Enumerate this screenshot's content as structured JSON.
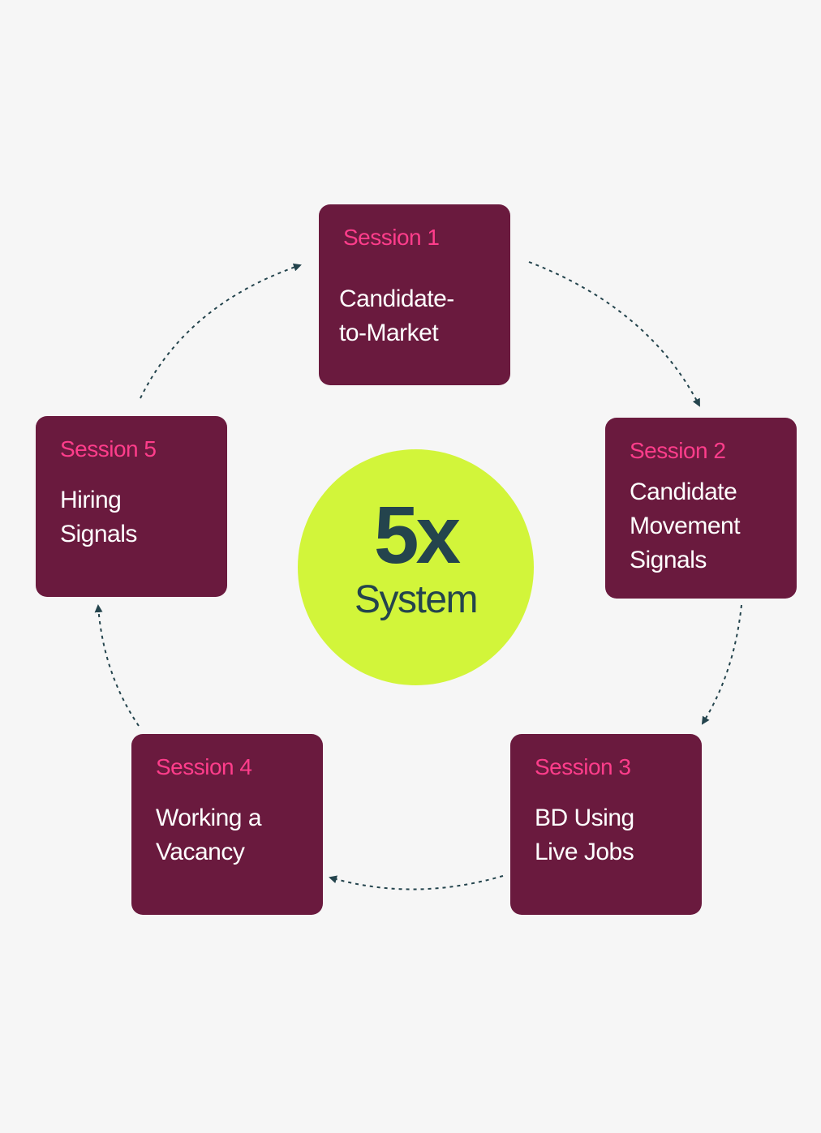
{
  "center": {
    "number": "5x",
    "label": "System"
  },
  "sessions": [
    {
      "label": "Session 1",
      "title": "Candidate-\nto-Market"
    },
    {
      "label": "Session 2",
      "title": "Candidate\nMovement\nSignals"
    },
    {
      "label": "Session 3",
      "title": "BD Using\nLive Jobs"
    },
    {
      "label": "Session 4",
      "title": "Working a\nVacancy"
    },
    {
      "label": "Session 5",
      "title": "Hiring\nSignals"
    }
  ],
  "colors": {
    "background": "#f6f6f6",
    "card": "#6a1a3e",
    "session_label": "#ff3d8b",
    "card_text": "#ffffff",
    "center_circle": "#d2f53a",
    "center_text": "#24444d",
    "arrow": "#24444d"
  }
}
